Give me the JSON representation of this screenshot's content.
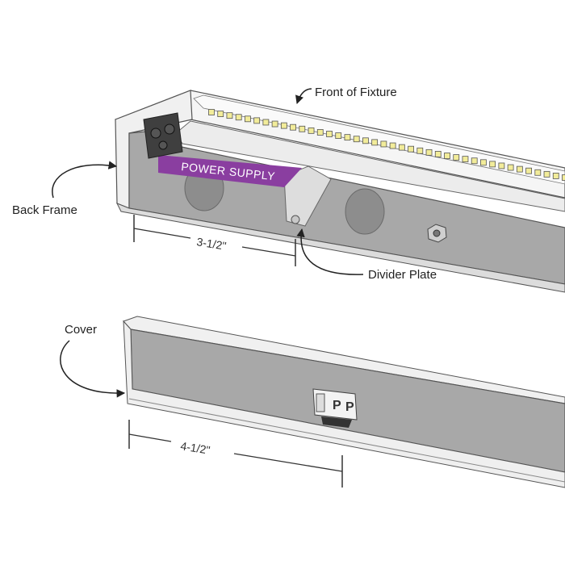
{
  "labels": {
    "front_of_fixture": "Front of Fixture",
    "back_frame": "Back Frame",
    "power_supply": "POWER SUPPLY",
    "divider_plate": "Divider Plate",
    "cover": "Cover",
    "dim_back_frame": "3-1/2\"",
    "dim_cover": "4-1/2\""
  },
  "colors": {
    "panel_gray": "#a7a7a7",
    "frame_white": "#f4f4f4",
    "outline": "#555555",
    "led_yellow": "#f2ec9a",
    "power_supply_purple": "#8a3ea0",
    "divider_gray": "#dddddd"
  }
}
